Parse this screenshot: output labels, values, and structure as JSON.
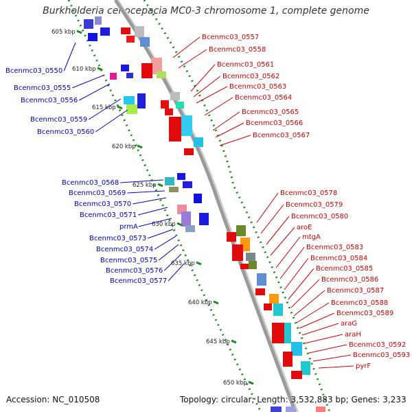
{
  "title": "Burkholderia cenocepacia MC0-3 chromosome 1, complete genome",
  "footer": {
    "accession": "Accession: NC_010508",
    "summary": "Topology: circular; Length: 3,532,883 bp; Genes: 3,233"
  },
  "colors": {
    "forward_label": "#d40000",
    "reverse_label": "#0000c8",
    "tick_dash": "#1a8a1a",
    "backbone": "#8c8c8c"
  },
  "kbp_ticks": [
    "605 kbp",
    "610 kbp",
    "615 kbp",
    "620 kbp",
    "625 kbp",
    "630 kbp",
    "635 kbp",
    "640 kbp",
    "645 kbp",
    "650 kbp"
  ],
  "forward_genes": [
    "Bcenmc03_0557",
    "Bcenmc03_0558",
    "Bcenmc03_0561",
    "Bcenmc03_0562",
    "Bcenmc03_0563",
    "Bcenmc03_0564",
    "Bcenmc03_0565",
    "Bcenmc03_0566",
    "Bcenmc03_0567",
    "Bcenmc03_0578",
    "Bcenmc03_0579",
    "Bcenmc03_0580",
    "aroE",
    "mtgA",
    "Bcenmc03_0583",
    "Bcenmc03_0584",
    "Bcenmc03_0585",
    "Bcenmc03_0586",
    "Bcenmc03_0587",
    "Bcenmc03_0588",
    "Bcenmc03_0589",
    "araG",
    "araH",
    "Bcenmc03_0592",
    "Bcenmc03_0593",
    "pyrF"
  ],
  "reverse_genes": [
    "Bcenmc03_0550",
    "Bcenmc03_0555",
    "Bcenmc03_0556",
    "Bcenmc03_0559",
    "Bcenmc03_0560",
    "Bcenmc03_0568",
    "Bcenmc03_0569",
    "Bcenmc03_0570",
    "Bcenmc03_0571",
    "prmA",
    "Bcenmc03_0573",
    "Bcenmc03_0574",
    "Bcenmc03_0575",
    "Bcenmc03_0576",
    "Bcenmc03_0577"
  ]
}
